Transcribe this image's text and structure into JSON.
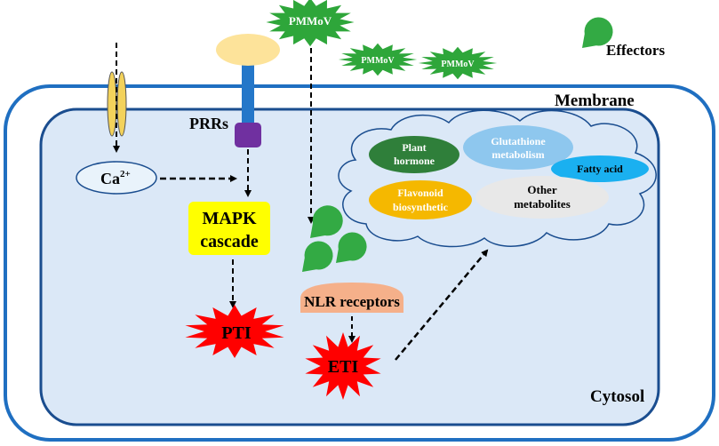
{
  "labels": {
    "effectors": "Effectors",
    "membrane": "Membrane",
    "cytosol": "Cytosol",
    "prrs": "PRRs",
    "ca": "Ca",
    "ca_sup": "2+",
    "mapk_line1": "MAPK",
    "mapk_line2": "cascade",
    "pti": "PTI",
    "nlr": "NLR receptors",
    "eti": "ETI",
    "virus_main": "PMMoV",
    "virus_small1": "PMMoV",
    "virus_small2": "PMMoV"
  },
  "metabolites": {
    "plant_hormone_1": "Plant",
    "plant_hormone_2": "hormone",
    "glutathione_1": "Glutathione",
    "glutathione_2": "metabolism",
    "fatty_acid": "Fatty acid",
    "flavonoid_1": "Flavonoid",
    "flavonoid_2": "biosynthetic",
    "other_1": "Other",
    "other_2": "metabolites"
  },
  "colors": {
    "outer_cell_stroke": "#1f6fc1",
    "inner_cell_fill": "#dbe8f7",
    "inner_cell_stroke": "#1a4d8f",
    "mapk_fill": "#ffff00",
    "burst_fill": "#ff0000",
    "virus_fill": "#2ea63a",
    "effector_fill": "#33aa44",
    "nlr_fill": "#f5b08a",
    "prr_stem": "#2477c9",
    "prr_head": "#fde39a",
    "prr_base": "#7030a0",
    "plant_hormone": "#2f7f3a",
    "glutathione": "#8ec7ee",
    "fatty_acid": "#1ab0f0",
    "flavonoid": "#f5b800",
    "other": "#e8e8e8"
  }
}
